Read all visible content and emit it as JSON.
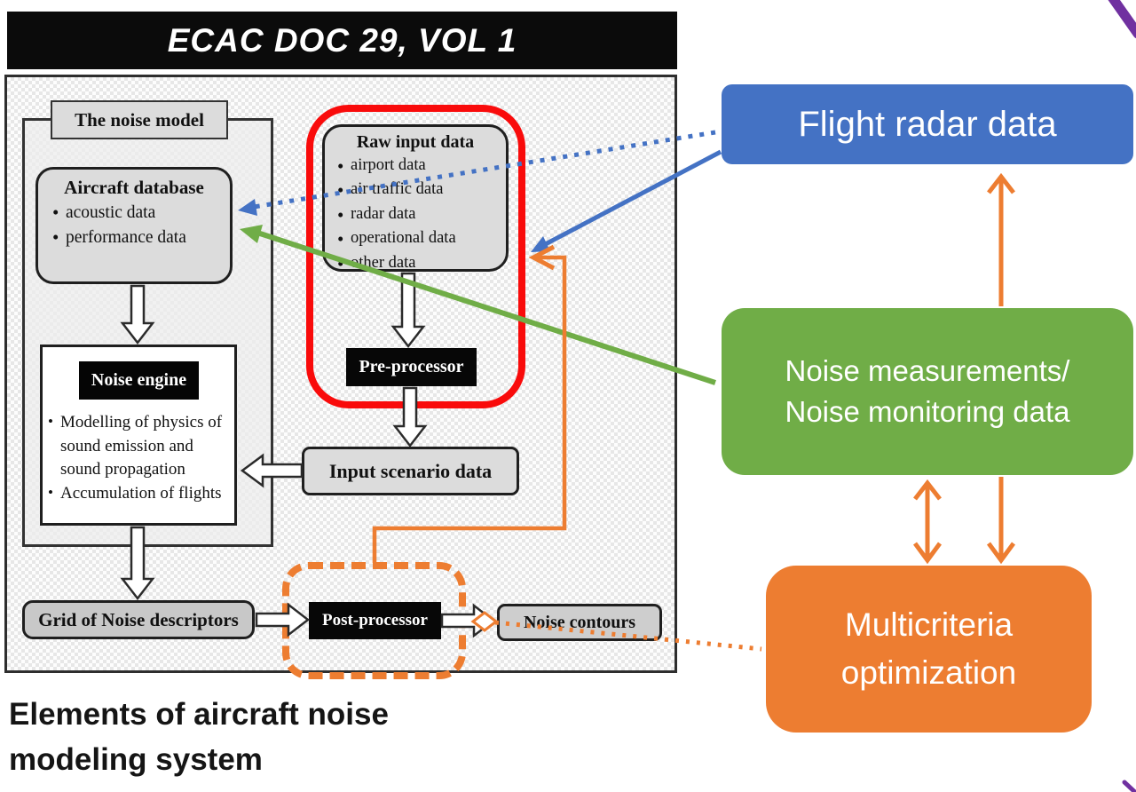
{
  "title_bar": {
    "text": "ECAC DOC 29, VOL 1"
  },
  "diagram": {
    "noise_model": {
      "label": "The noise model",
      "aircraft_database": {
        "title": "Aircraft database",
        "bullets": [
          "acoustic data",
          "performance data"
        ]
      },
      "noise_engine": {
        "title": "Noise engine",
        "bullets": [
          "Modelling of physics of sound emission and sound propagation",
          "Accumulation of flights"
        ]
      }
    },
    "raw_input": {
      "title": "Raw input data",
      "bullets": [
        "airport data",
        "air traffic data",
        "radar data",
        "operational data",
        "other data"
      ]
    },
    "pre_processor": {
      "label": "Pre-processor"
    },
    "input_scenario": {
      "label": "Input scenario data"
    },
    "grid_descriptors": {
      "label": "Grid of Noise descriptors"
    },
    "post_processor": {
      "label": "Post-processor"
    },
    "noise_contours": {
      "label": "Noise contours"
    }
  },
  "external": {
    "flight_radar": {
      "label": "Flight radar data",
      "color": "#4472C4"
    },
    "noise_measurements": {
      "line1": "Noise measurements/",
      "line2": "Noise monitoring data",
      "color": "#70AD47"
    },
    "multicriteria": {
      "line1": "Multicriteria",
      "line2": "optimization",
      "color": "#ED7D31"
    }
  },
  "caption": {
    "line1": "Elements of aircraft noise",
    "line2": "modeling system"
  },
  "colors": {
    "red_highlight": "#F90B0B",
    "orange_accent": "#ED7D31",
    "blue_accent": "#4472C4",
    "green_accent": "#70AD47",
    "purple_accent": "#7030A0"
  }
}
